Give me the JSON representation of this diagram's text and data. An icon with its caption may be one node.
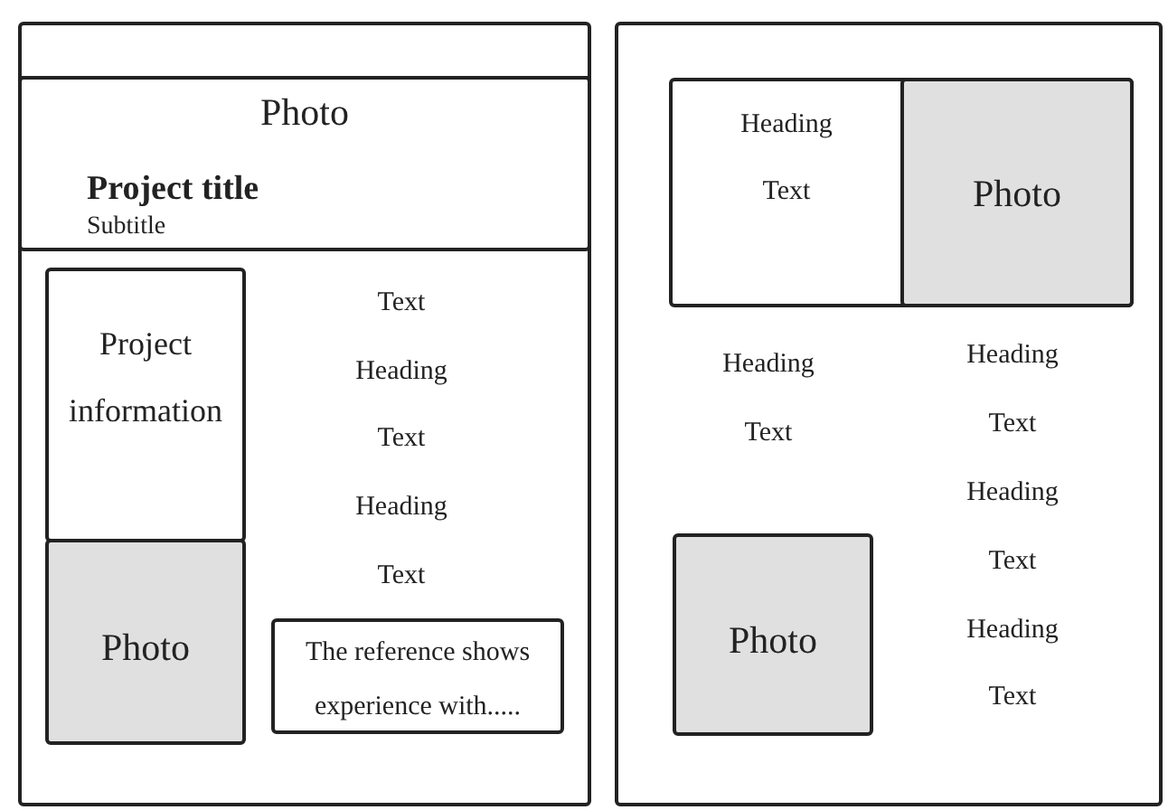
{
  "diagram": {
    "nodes": [
      {
        "text": [],
        "shape": "box"
      },
      {
        "text": [
          "Photo",
          "Project title",
          "Subtitle"
        ],
        "in": 0
      },
      {
        "text": [
          "Project information"
        ],
        "in": 0
      },
      {
        "text": [
          "Photo"
        ],
        "in": 0
      },
      {
        "text": [
          "The reference shows experience with....."
        ],
        "in": 0
      },
      {
        "text": [],
        "shape": "box"
      },
      {
        "text": [
          "Heading",
          "Text"
        ],
        "in": 5
      },
      {
        "text": [
          "Photo"
        ],
        "in": 6
      },
      {
        "text": [
          "Photo"
        ],
        "in": 5
      }
    ],
    "edges": [],
    "labels": [
      "Text",
      "Heading",
      "Text",
      "Heading",
      "Text",
      "Heading",
      "Text",
      "Heading",
      "Text",
      "Heading",
      "Text",
      "Heading",
      "Text"
    ]
  }
}
